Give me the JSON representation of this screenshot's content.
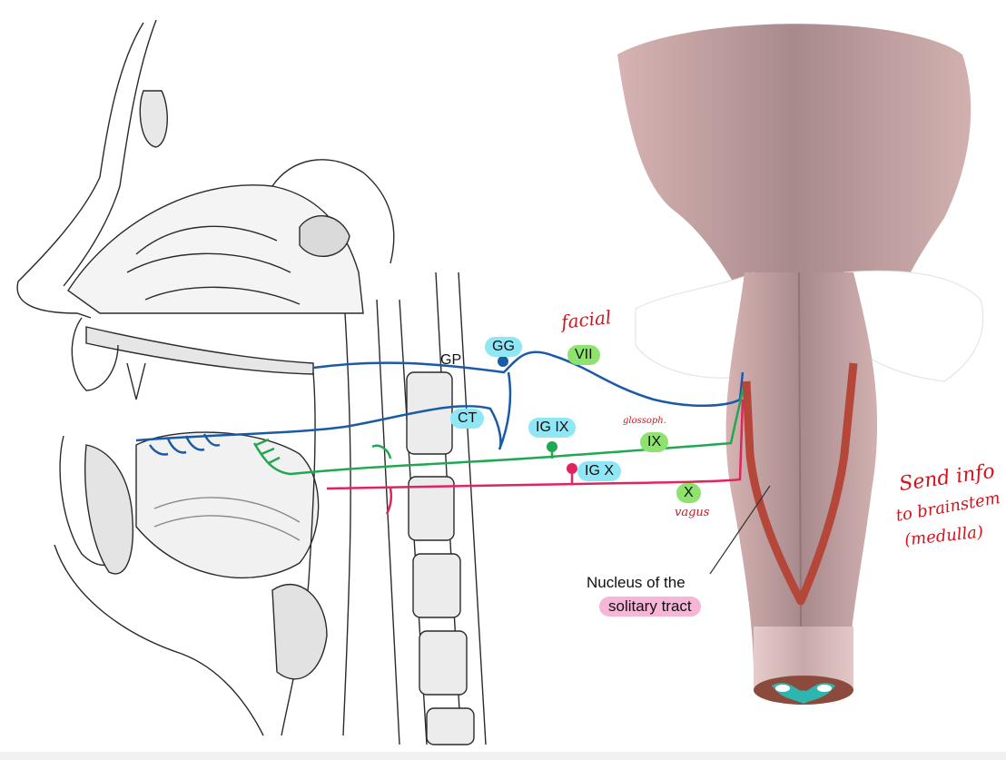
{
  "labels": {
    "gp": "GP",
    "gg": "GG",
    "vii": "VII",
    "ct": "CT",
    "ig_ix": "IG IX",
    "ix": "IX",
    "ig_x": "IG X",
    "x": "X",
    "nucleus_line1": "Nucleus of the",
    "nucleus_line2": "solitary tract"
  },
  "annotations": {
    "facial": "facial",
    "glossoph": "glossoph.",
    "vagus": "vagus",
    "send_line1": "Send info",
    "send_line2": "to brainstem",
    "send_line3": "(medulla)"
  },
  "colors": {
    "facial_nerve": "#1a5aa6",
    "glosso_nerve": "#1fa84f",
    "vagus_nerve": "#e0245e",
    "brainstem": "#c9a4a4",
    "nucleus": "#b5473a",
    "label_cyan": "#8fe6f5",
    "label_green": "#8ee36e",
    "label_pink": "#f7b6d8",
    "handwriting": "#d6131d"
  }
}
